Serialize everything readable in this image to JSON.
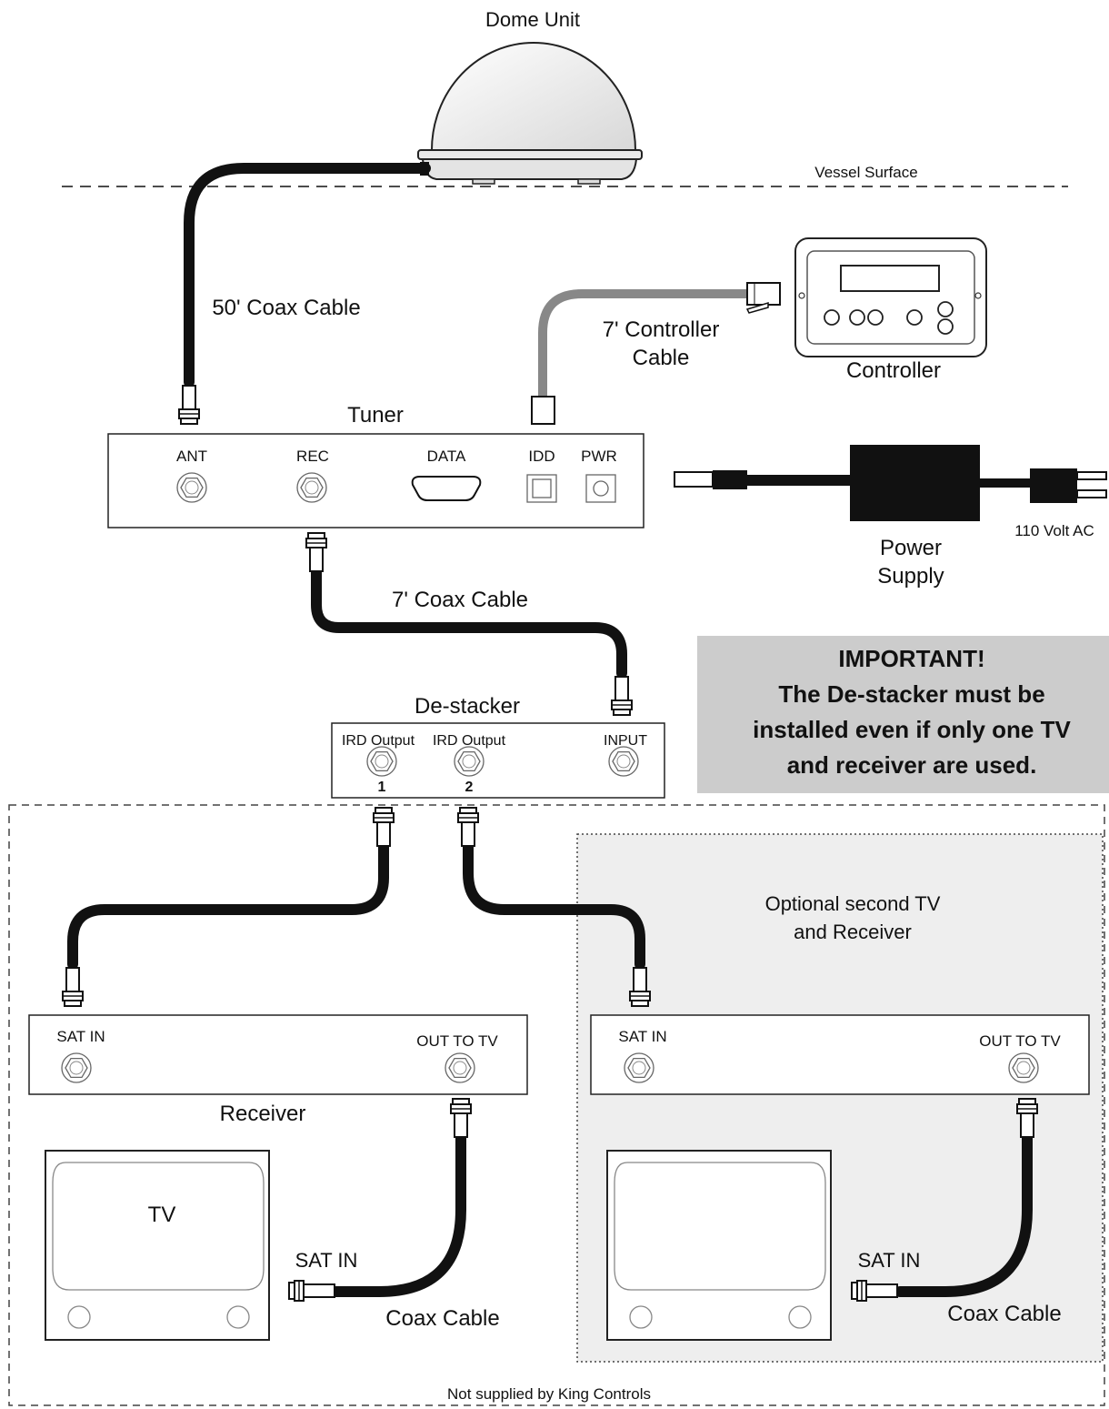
{
  "labels": {
    "dome_unit": "Dome Unit",
    "vessel_surface": "Vessel Surface",
    "coax_50": "50' Coax Cable",
    "controller_cable_line1": "7' Controller",
    "controller_cable_line2": "Cable",
    "controller": "Controller",
    "tuner": "Tuner",
    "power_supply_line1": "Power",
    "power_supply_line2": "Supply",
    "ac_110": "110 Volt AC",
    "coax_7": "7' Coax Cable",
    "destacker": "De-stacker",
    "receiver": "Receiver",
    "tv": "TV",
    "coax_cable_1": "Coax Cable",
    "coax_cable_2": "Coax Cable",
    "tv_sat_in_1": "SAT IN",
    "tv_sat_in_2": "SAT IN",
    "optional_line1": "Optional second TV",
    "optional_line2": "and Receiver",
    "footer": "Not supplied by King Controls"
  },
  "tuner_ports": {
    "ant": "ANT",
    "rec": "REC",
    "data": "DATA",
    "idd": "IDD",
    "pwr": "PWR"
  },
  "destacker_ports": {
    "ird_output_1_label": "IRD Output",
    "ird_output_1_num": "1",
    "ird_output_2_label": "IRD Output",
    "ird_output_2_num": "2",
    "input": "INPUT"
  },
  "receiver_ports": {
    "sat_in": "SAT IN",
    "out_to_tv": "OUT TO TV"
  },
  "receiver2_ports": {
    "sat_in": "SAT IN",
    "out_to_tv": "OUT TO TV"
  },
  "important": {
    "title": "IMPORTANT!",
    "line1": "The De-stacker must be",
    "line2": "installed even if only one TV",
    "line3": "and receiver are used."
  },
  "colors": {
    "important_bg": "#cccccc",
    "optional_bg": "#eeeeee",
    "cable": "#111111",
    "controller_cable": "#888888"
  }
}
